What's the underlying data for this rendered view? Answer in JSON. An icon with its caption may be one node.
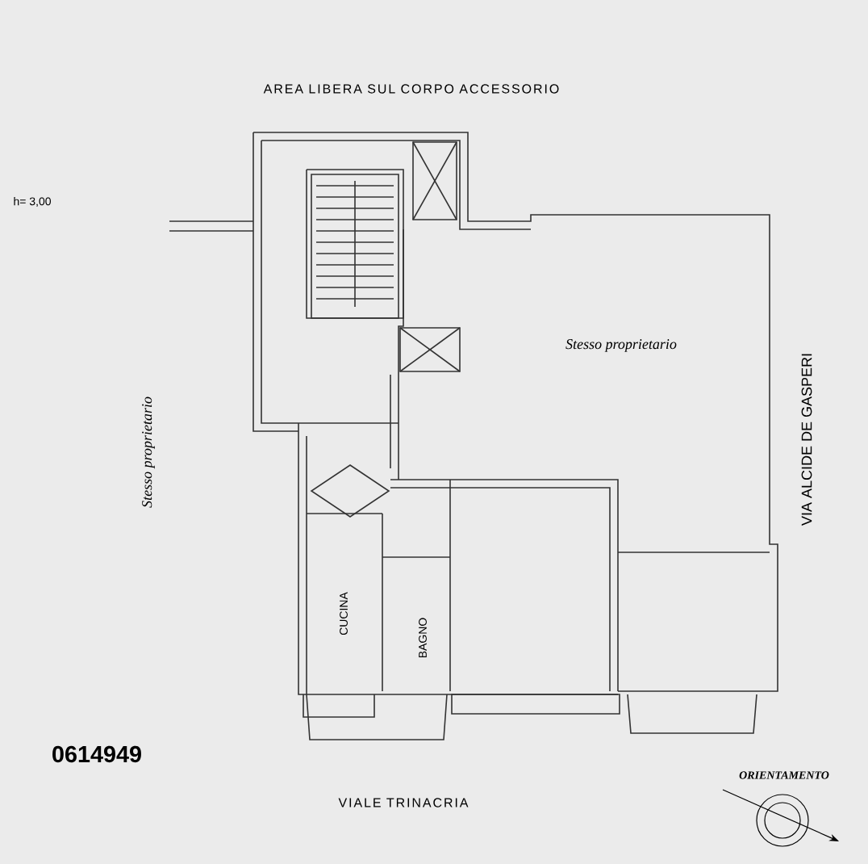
{
  "diagram": {
    "labels": [
      "AREA LIBERA SUL CORPO ACCESSORIO",
      "h= 3,00",
      "Stesso proprietario",
      "Stesso proprietario",
      "VIA ALCIDE DE GASPERI",
      "CUCINA",
      "BAGNO",
      "0614949",
      "VIALE TRINACRIA",
      "ORIENTAMENTO"
    ]
  }
}
